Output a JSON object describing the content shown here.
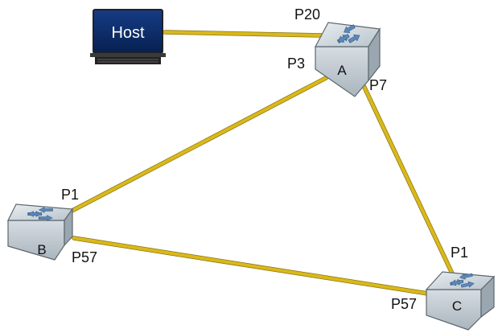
{
  "host": {
    "label": "Host"
  },
  "switches": [
    {
      "id": "A",
      "label": "A"
    },
    {
      "id": "B",
      "label": "B"
    },
    {
      "id": "C",
      "label": "C"
    }
  ],
  "ports": {
    "a_host": "P20",
    "a_b": "P3",
    "a_c": "P7",
    "b_a": "P1",
    "b_c": "P57",
    "c_a": "P1",
    "c_b": "P57"
  },
  "colors": {
    "link": "#d9b91a",
    "host_screen": "#0c2b6b",
    "switch_face": "#cfd6dc",
    "arrow": "#5b87b8"
  }
}
